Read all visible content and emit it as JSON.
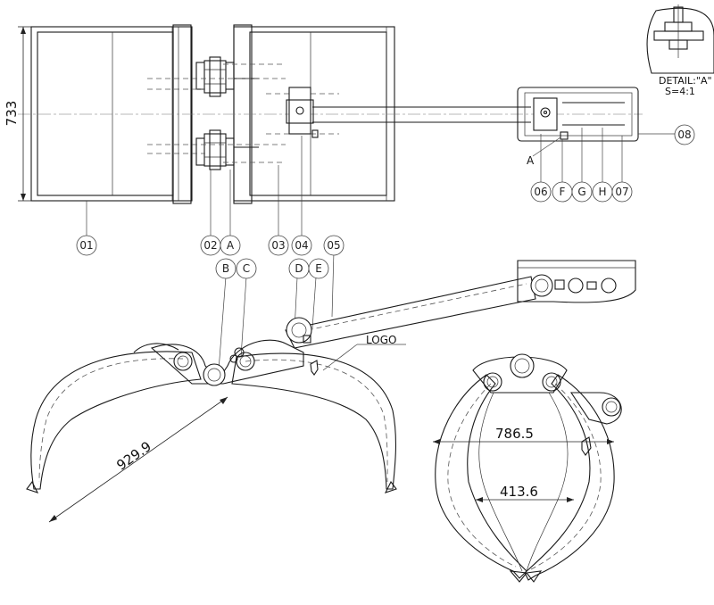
{
  "dimensions": {
    "height_733": "733",
    "grab_reach": "929.9",
    "open_width": "786.5",
    "inner_width": "413.6"
  },
  "detail": {
    "title": "DETAIL:\"A\"",
    "scale": "S=4:1",
    "section_letter": "A"
  },
  "logo_label": "LOGO",
  "callouts": {
    "c01": "01",
    "c02": "02",
    "cA": "A",
    "c03": "03",
    "c04": "04",
    "c05": "05",
    "cB": "B",
    "cC": "C",
    "cD": "D",
    "cE": "E",
    "c06": "06",
    "cF": "F",
    "cG": "G",
    "cH": "H",
    "c07": "07",
    "c08": "08"
  }
}
